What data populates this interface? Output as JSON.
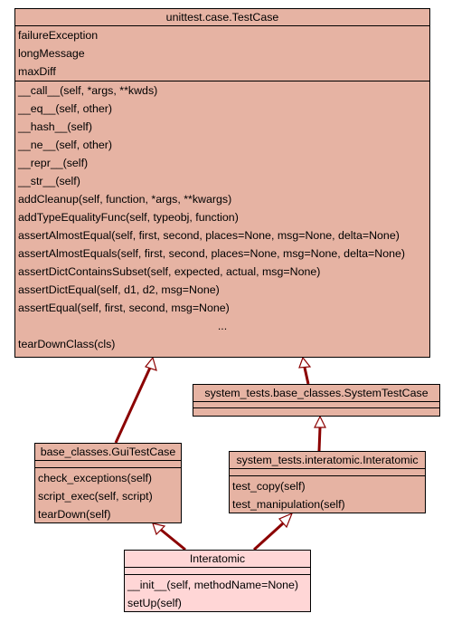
{
  "colors": {
    "base_fill": "#e6b3a3",
    "leaf_fill": "#ffd6d6",
    "edge": "#8b0000"
  },
  "classes": {
    "testcase": {
      "name": "unittest.case.TestCase",
      "attributes": [
        "failureException",
        "longMessage",
        "maxDiff"
      ],
      "methods": [
        "__call__(self, *args, **kwds)",
        "__eq__(self, other)",
        "__hash__(self)",
        "__ne__(self, other)",
        "__repr__(self)",
        "__str__(self)",
        "addCleanup(self, function, *args, **kwargs)",
        "addTypeEqualityFunc(self, typeobj, function)",
        "assertAlmostEqual(self, first, second, places=None, msg=None, delta=None)",
        "assertAlmostEquals(self, first, second, places=None, msg=None, delta=None)",
        "assertDictContainsSubset(self, expected, actual, msg=None)",
        "assertDictEqual(self, d1, d2, msg=None)",
        "assertEqual(self, first, second, msg=None)",
        "...",
        "tearDownClass(cls)"
      ]
    },
    "system_test_case": {
      "name": "system_tests.base_classes.SystemTestCase"
    },
    "gui_test_case": {
      "name": "base_classes.GuiTestCase",
      "methods": [
        "check_exceptions(self)",
        "script_exec(self, script)",
        "tearDown(self)"
      ]
    },
    "interatomic_base": {
      "name": "system_tests.interatomic.Interatomic",
      "methods": [
        "test_copy(self)",
        "test_manipulation(self)"
      ]
    },
    "interatomic": {
      "name": "Interatomic",
      "methods": [
        "__init__(self, methodName=None)",
        "setUp(self)"
      ]
    }
  }
}
